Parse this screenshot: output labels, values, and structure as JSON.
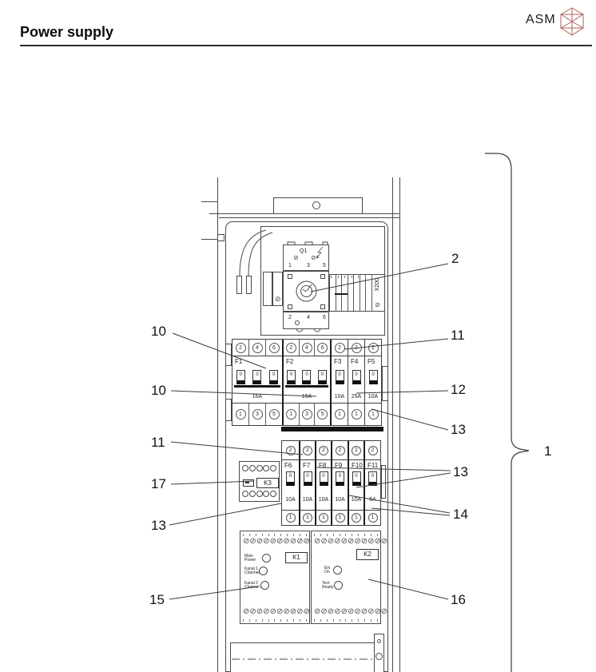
{
  "header": {
    "title": "Power supply",
    "brand": "ASM"
  },
  "diagram": {
    "main_switch": {
      "label": "Q1",
      "top_terminals": [
        "1",
        "3",
        "5"
      ],
      "bottom_terminals": [
        "2",
        "4",
        "6"
      ]
    },
    "terminal_strip": {
      "label": "X200"
    },
    "fuses_row1": {
      "f1": {
        "label": "F1",
        "switch_pos": "0",
        "rating": "16A",
        "top_terminals": [
          "2",
          "4",
          "6"
        ],
        "bottom_terminals": [
          "1",
          "3",
          "5"
        ]
      },
      "f2": {
        "label": "F2",
        "switch_pos": "0",
        "rating": "16A",
        "top_terminals": [
          "2",
          "4",
          "6"
        ],
        "bottom_terminals": [
          "1",
          "3",
          "5"
        ]
      },
      "f3": {
        "label": "F3",
        "switch_pos": "0",
        "rating": "10A",
        "top_terminal": "2",
        "bottom_terminal": "1"
      },
      "f4": {
        "label": "F4",
        "switch_pos": "0",
        "rating": "25A",
        "top_terminal": "2",
        "bottom_terminal": "1"
      },
      "f5": {
        "label": "F5",
        "switch_pos": "0",
        "rating": "10A",
        "top_terminal": "2",
        "bottom_terminal": "1"
      }
    },
    "fuses_row2": {
      "f6": {
        "label": "F6",
        "switch_pos": "0",
        "rating": "10A",
        "top_terminal": "2",
        "bottom_terminal": "1"
      },
      "f7": {
        "label": "F7",
        "switch_pos": "0",
        "rating": "10A",
        "top_terminal": "2",
        "bottom_terminal": "1"
      },
      "f8": {
        "label": "F8",
        "switch_pos": "0",
        "rating": "10A",
        "top_terminal": "2",
        "bottom_terminal": "1"
      },
      "f9": {
        "label": "F9",
        "switch_pos": "0",
        "rating": "10A",
        "top_terminal": "2",
        "bottom_terminal": "1"
      },
      "f10": {
        "label": "F10",
        "switch_pos": "0",
        "rating": "10A",
        "top_terminal": "2",
        "bottom_terminal": "1"
      },
      "f11": {
        "label": "F11",
        "switch_pos": "0",
        "rating": "6A",
        "top_terminal": "2",
        "bottom_terminal": "1"
      }
    },
    "relay_k3": {
      "label": "K3"
    },
    "contactor_k1": {
      "label": "K1",
      "indicators": [
        [
          "Main",
          "Power"
        ],
        [
          "Kanal 1",
          "Channel 1"
        ],
        [
          "Kanal 2",
          "Channel 2"
        ]
      ]
    },
    "contactor_k2": {
      "label": "K2",
      "indicators": [
        [
          "Ein",
          "On"
        ],
        [
          "Test",
          "Ready"
        ]
      ]
    }
  },
  "callouts": {
    "c1": "1",
    "c2": "2",
    "c10a": "10",
    "c10b": "10",
    "c11_left": "11",
    "c11_right": "11",
    "c12": "12",
    "c13_left": "13",
    "c13_right_top": "13",
    "c13_right_mid": "13",
    "c14": "14",
    "c15": "15",
    "c16": "16",
    "c17": "17"
  }
}
